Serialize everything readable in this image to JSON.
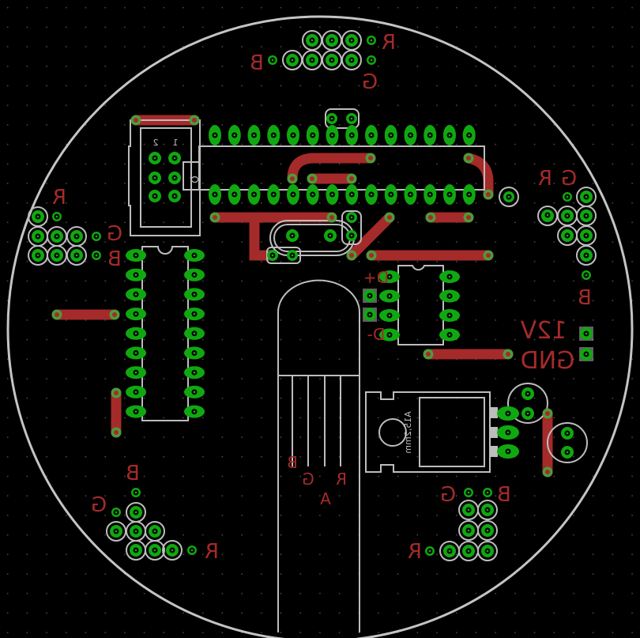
{
  "board": {
    "colors": {
      "background": "#000000",
      "silkscreen": "#bdbdbd",
      "copper_bottom": "#a52a2a",
      "pads": "#10a810",
      "grid": "#5a5a5a"
    }
  },
  "labels": {
    "top_r": "R",
    "top_b": "B",
    "top_g": "G",
    "left_r": "R",
    "left_g": "G",
    "left_b": "B",
    "right_g": "G",
    "right_r": "R",
    "right_b": "B",
    "power_12v": "12V",
    "power_gnd": "GND",
    "d_plus": "D+",
    "d_minus": "D-",
    "led_b": "B",
    "led_g": "G",
    "led_r": "R",
    "led_a": "A",
    "bl_b": "B",
    "bl_g": "G",
    "bl_r": "R",
    "br_g": "G",
    "br_b": "B",
    "br_r": "R",
    "regulator_text": "A15,2mm",
    "header_pin1": "1",
    "header_pin2": "2",
    "header_key": "Q"
  }
}
